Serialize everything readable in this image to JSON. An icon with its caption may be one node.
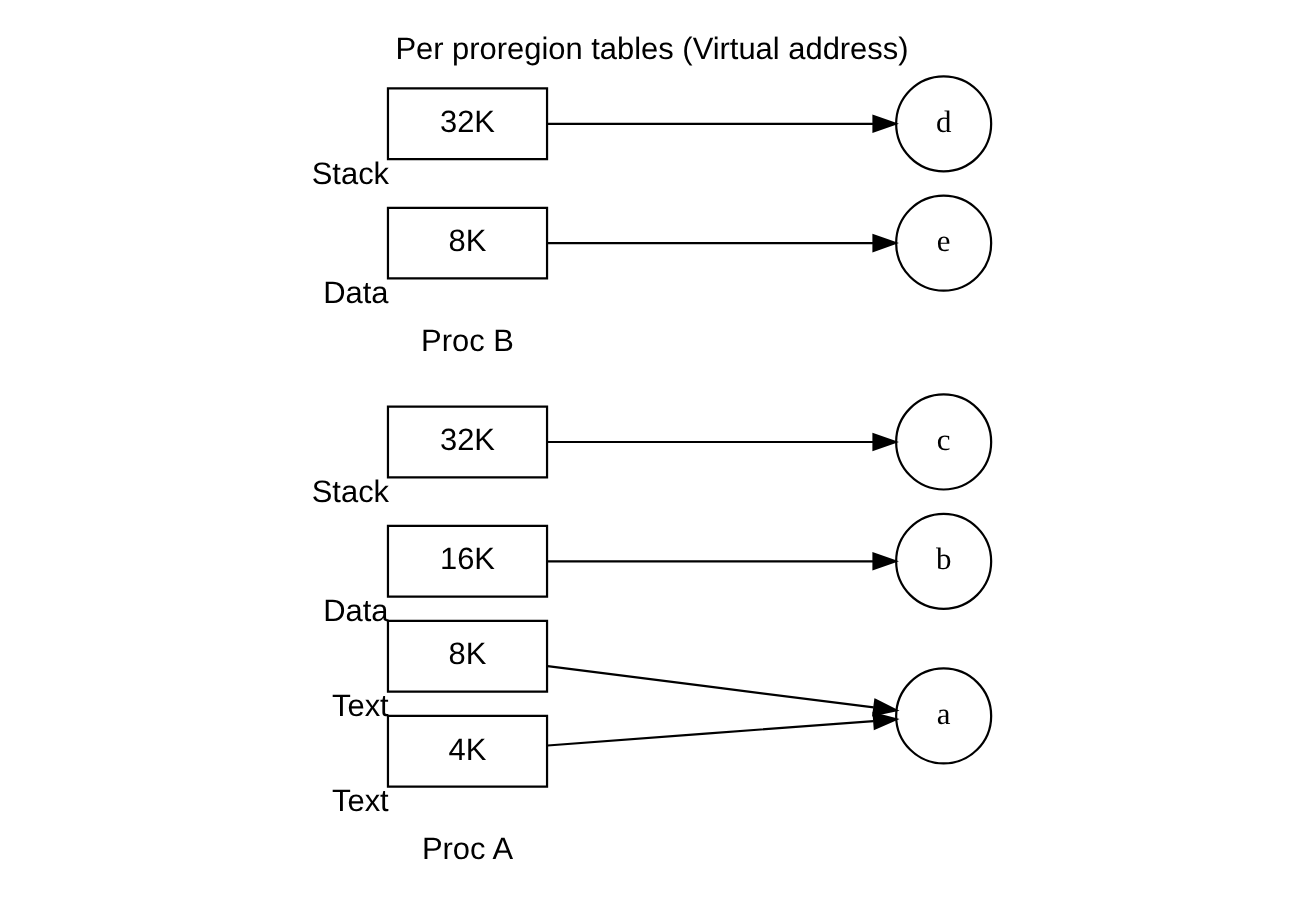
{
  "diagram": {
    "title": "Per proregion tables (Virtual address)",
    "nodes": [
      {
        "text": [
          "8K"
        ],
        "beside": [
          "Text"
        ]
      },
      {
        "text": [
          "16K"
        ],
        "beside": [
          "Data"
        ]
      },
      {
        "text": [
          "32K"
        ],
        "beside": [
          "Stack"
        ]
      },
      {
        "text": [
          "4K"
        ],
        "beside": [
          "Text"
        ]
      },
      {
        "text": [
          "8K"
        ],
        "beside": [
          "Data"
        ]
      },
      {
        "text": [
          "32K"
        ],
        "beside": [
          "Stack"
        ]
      },
      {
        "text": [
          "b"
        ]
      },
      {
        "text": [
          "c"
        ]
      },
      {
        "text": [
          "a"
        ]
      },
      {
        "text": [
          "e"
        ]
      },
      {
        "text": [
          "d"
        ]
      }
    ],
    "edges": [
      {
        "from": 0,
        "to": 8,
        "arrow": "to"
      },
      {
        "from": 1,
        "to": 6,
        "arrow": "to"
      },
      {
        "from": 2,
        "to": 7,
        "arrow": "to"
      },
      {
        "from": 3,
        "to": 8,
        "arrow": "to"
      },
      {
        "from": 4,
        "to": 9,
        "arrow": "to"
      },
      {
        "from": 5,
        "to": 10,
        "arrow": "to"
      }
    ],
    "labels": [
      "Proc A",
      "Proc B"
    ]
  }
}
